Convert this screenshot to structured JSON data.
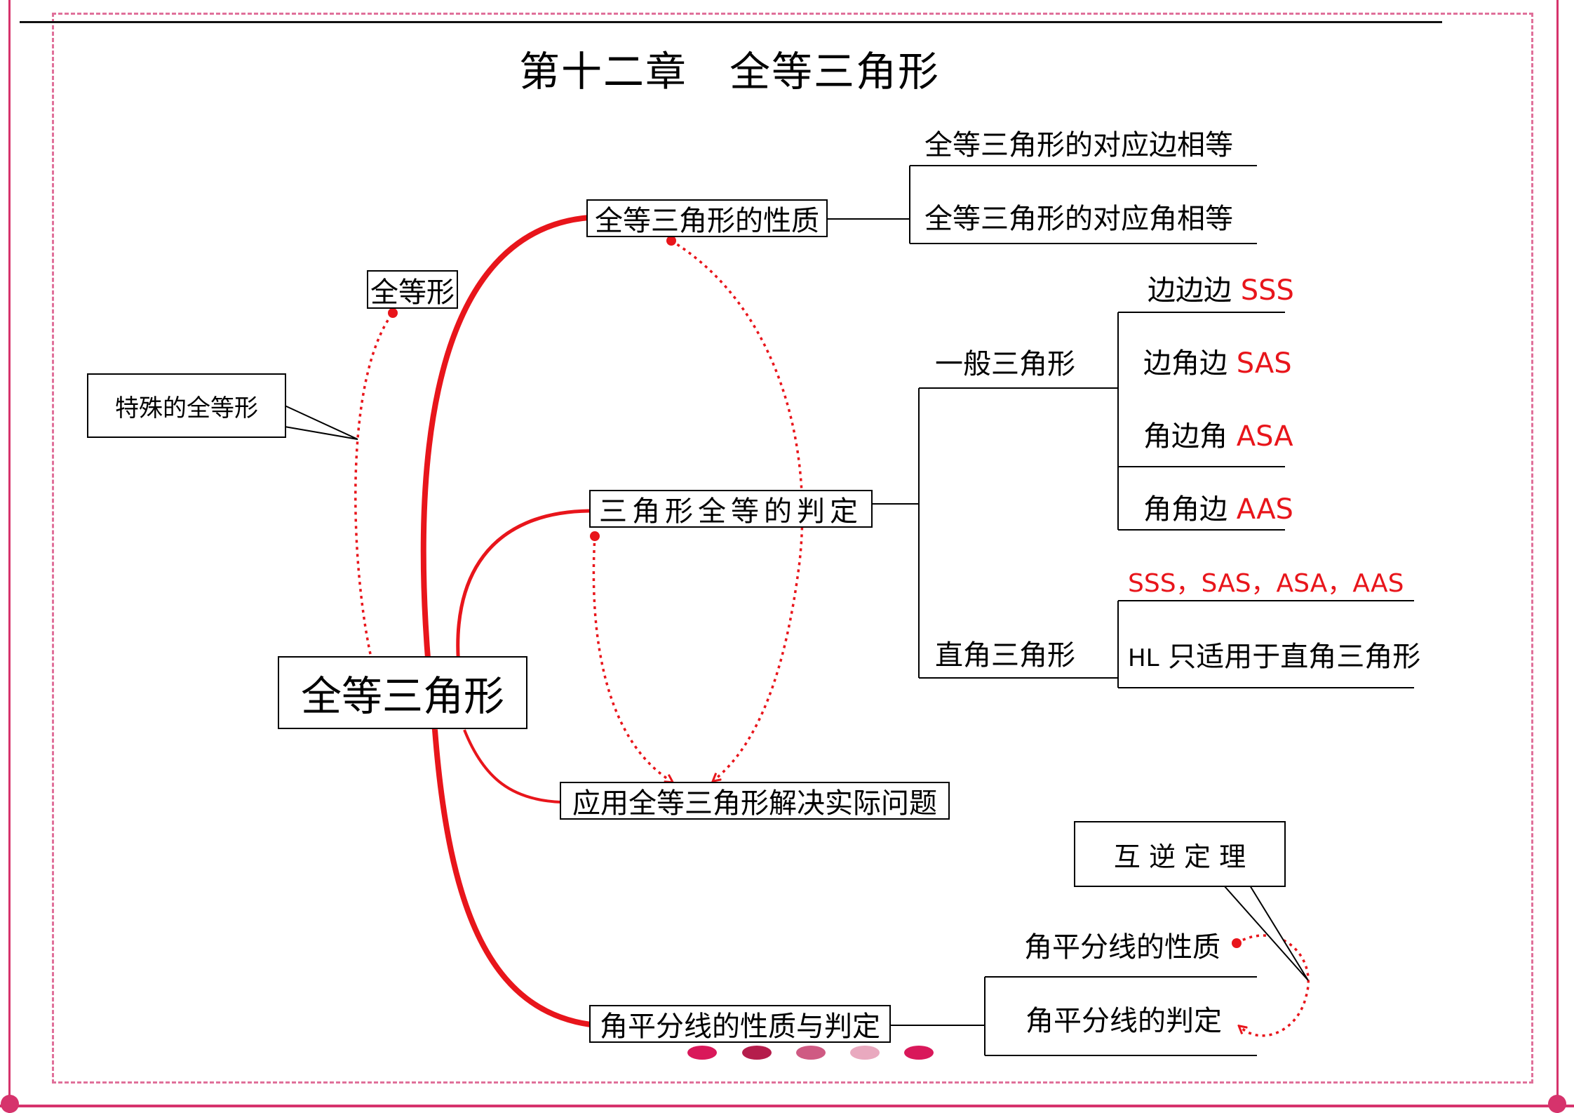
{
  "title": "第十二章　全等三角形",
  "root": "全等三角形",
  "special": {
    "callout": "特殊的全等形",
    "node": "全等形"
  },
  "branches": {
    "properties": {
      "label": "全等三角形的性质",
      "items": [
        "全等三角形的对应边相等",
        "全等三角形的对应角相等"
      ]
    },
    "criteria": {
      "label": "三角形全等的判定",
      "general": {
        "label": "一般三角形",
        "items": [
          {
            "text": "边边边",
            "code": "SSS"
          },
          {
            "text": "边角边",
            "code": "SAS"
          },
          {
            "text": "角边角",
            "code": "ASA"
          },
          {
            "text": "角角边",
            "code": "AAS"
          }
        ]
      },
      "right": {
        "label": "直角三角形",
        "codes": "SSS，SAS，ASA，AAS",
        "hl_code": "HL",
        "hl_text": "只适用于直角三角形"
      }
    },
    "application": {
      "label": "应用全等三角形解决实际问题"
    },
    "bisector": {
      "label": "角平分线的性质与判定",
      "items": [
        "角平分线的性质",
        "角平分线的判定"
      ],
      "callout": "互 逆 定 理"
    }
  },
  "colors": {
    "accent": "#e8151b",
    "frame": "#d6336c",
    "dots": [
      "#d9185a",
      "#b51d4c",
      "#cf5a83",
      "#e9a9bf",
      "#d9185a"
    ]
  }
}
